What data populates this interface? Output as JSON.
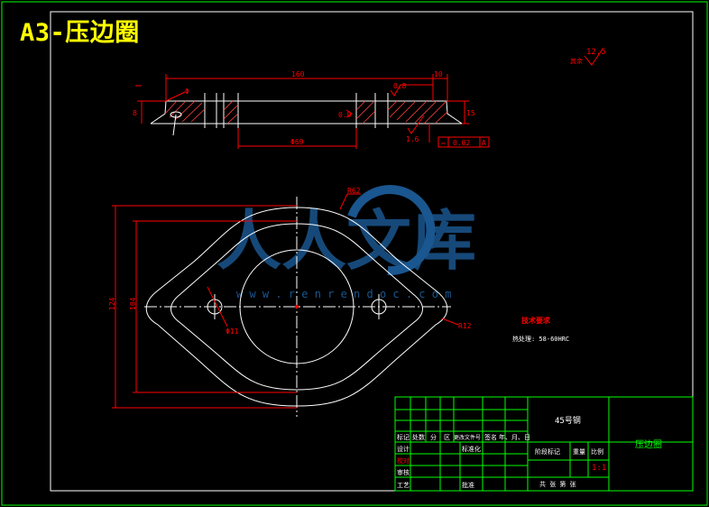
{
  "sheet_title": "A3-压边圈",
  "watermark": {
    "brand": "人人文库",
    "url": "w w w . r e n r e n d o c . c o m"
  },
  "top_view": {
    "dim_length": "160",
    "dim_right": "10",
    "dim_hole": "Φ69",
    "dim_phi": "Φ",
    "dim_left_height": "8",
    "dim_right_height": "15",
    "rough_08": "0.8",
    "rough_09": "0.9",
    "rough_16": "1.6",
    "tolerance_flatness": "0.02",
    "datum": "A"
  },
  "plan_view": {
    "r_outer": "R62",
    "r_inner": "R12",
    "hole_dia": "Φ11",
    "dim_height_outer": "124",
    "dim_height_inner": "104"
  },
  "roughness_other": {
    "label": "其余",
    "value": "12.5"
  },
  "tech_req": {
    "title": "技术要求",
    "line1": "热处理: 58-60HRC"
  },
  "title_block": {
    "material": "45号钢",
    "part_name": "压边圈",
    "header_row": [
      "标记",
      "处数",
      "分",
      "区",
      "更改文件号",
      "签名",
      "年、月、日"
    ],
    "design": "设计",
    "standardize": "标准化",
    "check": "审核",
    "process": "工艺",
    "approve": "批准",
    "stage_mark": "阶段标记",
    "weight": "重量",
    "scale_label": "比例",
    "scale_value": "1:1",
    "sheet_info": "共 张 第 张",
    "red_mark": "校对"
  },
  "colors": {
    "border": "#00ff00",
    "dim": "#ff0000",
    "outline": "#ffffff",
    "hatch": "#ff4040",
    "title": "#ffff00",
    "watermark": "#1f66a8"
  }
}
